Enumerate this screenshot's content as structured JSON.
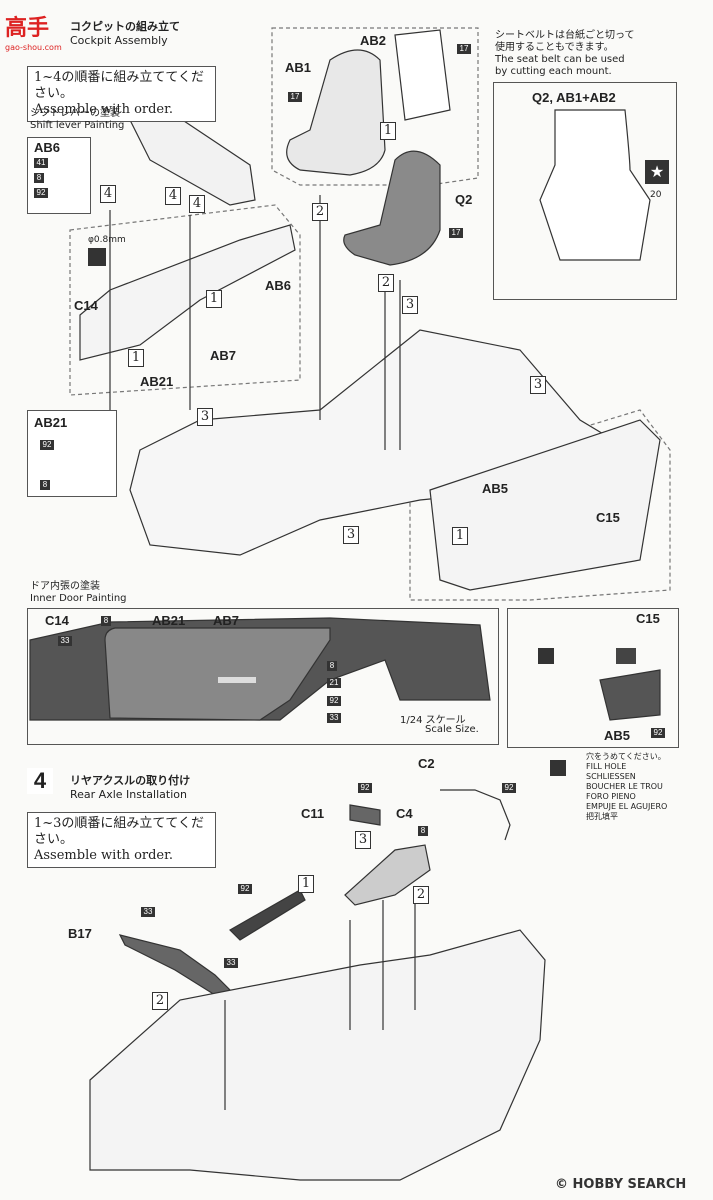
{
  "watermark": {
    "logo_text": "高手",
    "site": "gao-shou.com"
  },
  "step3": {
    "title_jp": "コクピットの組み立て",
    "title_en": "Cockpit Assembly",
    "order_jp": "1~4の順番に組み立ててください。",
    "order_en": "Assemble with order.",
    "shift_jp": "シフトレバーの塗装",
    "shift_en": "Shift lever Painting",
    "seatbelt_note_jp_1": "シートベルトは台紙ごと切って",
    "seatbelt_note_jp_2": "使用することもできます。",
    "seatbelt_note_en_1": "The seat belt can be used",
    "seatbelt_note_en_2": "by cutting each mount.",
    "q2_title": "Q2, AB1+AB2",
    "phi": "φ0.8mm",
    "door_jp": "ドア内張の塗装",
    "door_en": "Inner Door Painting",
    "scale_jp": "1/24 スケール",
    "scale_en": "Scale Size."
  },
  "labels": {
    "ab1": "AB1",
    "ab2": "AB2",
    "q2": "Q2",
    "ab6": "AB6",
    "c14": "C14",
    "ab7": "AB7",
    "ab21": "AB21",
    "ab5": "AB5",
    "c15": "C15",
    "c2": "C2",
    "c11": "C11",
    "c4": "C4",
    "b17": "B17",
    "n20": "20"
  },
  "colors": {
    "n17": "17",
    "n41": "41",
    "n8": "8",
    "n92": "92",
    "n33": "33",
    "n21": "21"
  },
  "steps": {
    "s1": "1",
    "s2": "2",
    "s3": "3",
    "s4": "4"
  },
  "step4": {
    "number": "4",
    "title_jp": "リヤアクスルの取り付け",
    "title_en": "Rear Axle Installation",
    "order_jp": "1~3の順番に組み立ててください。",
    "order_en": "Assemble with order."
  },
  "fill_hole": [
    "穴をうめてください。",
    "FILL HOLE",
    "SCHLIESSEN",
    "BOUCHER LE TROU",
    "FORO PIENO",
    "EMPUJE EL AGUJERO",
    "把孔填平"
  ],
  "footer": {
    "copyright": "©",
    "brand": "HOBBY",
    "search": "SEARCH"
  }
}
